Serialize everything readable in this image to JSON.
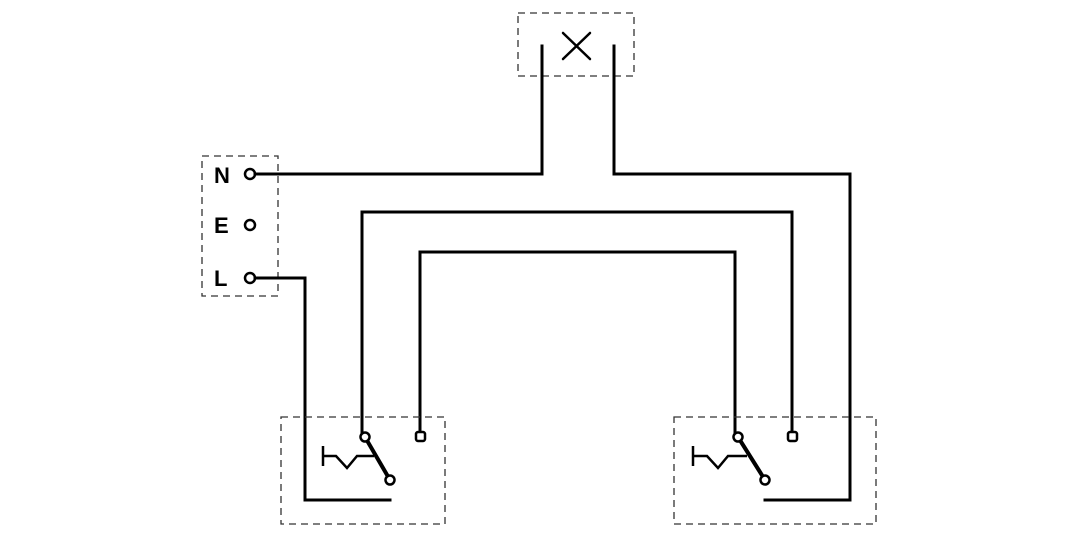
{
  "supply": {
    "terminals": [
      {
        "label": "N"
      },
      {
        "label": "E"
      },
      {
        "label": "L"
      }
    ]
  },
  "lamp": {
    "symbol": "lamp-cross-icon"
  },
  "switches": [
    {
      "symbol": "two-way-switch-icon"
    },
    {
      "symbol": "two-way-switch-icon"
    }
  ],
  "colors": {
    "wire": "#000000",
    "frame": "#333333",
    "background": "#ffffff"
  }
}
